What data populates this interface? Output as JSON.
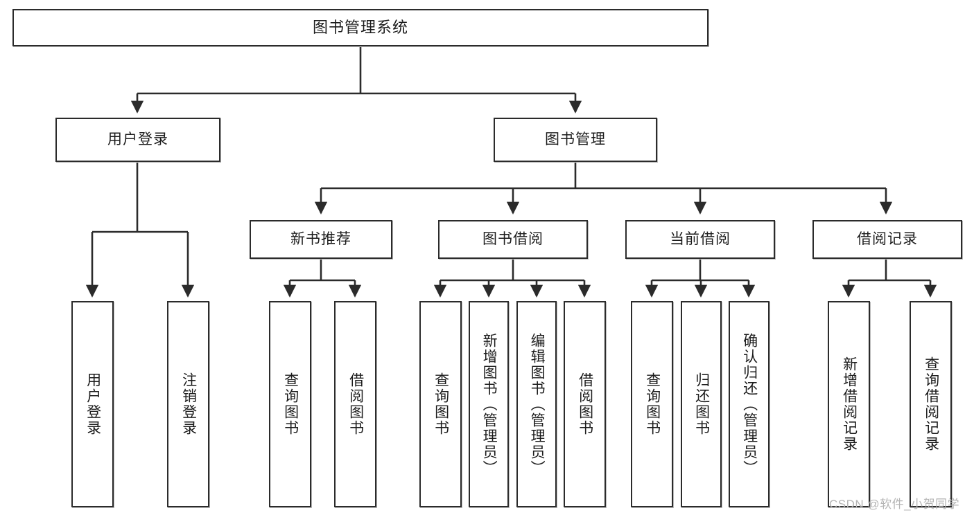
{
  "diagram": {
    "type": "tree-hierarchy",
    "title_node": "图书管理系统",
    "watermark": "CSDN @软件_小贺同学",
    "colors": {
      "stroke": "#2b2b2b",
      "fill": "#ffffff",
      "text": "#1c1c1c",
      "watermark": "#b5b5b5"
    },
    "nodes": {
      "root": {
        "label": "图书管理系统"
      },
      "level2": [
        {
          "id": "user-login",
          "label": "用户登录"
        },
        {
          "id": "book-manage",
          "label": "图书管理"
        }
      ],
      "level3": [
        {
          "id": "new-book-rec",
          "label": "新书推荐"
        },
        {
          "id": "book-borrow",
          "label": "图书借阅"
        },
        {
          "id": "current-borrow",
          "label": "当前借阅"
        },
        {
          "id": "borrow-record",
          "label": "借阅记录"
        }
      ],
      "leaves": [
        {
          "id": "leaf-user-login",
          "label": "用户登录",
          "parent": "user-login"
        },
        {
          "id": "leaf-user-logout",
          "label": "注销登录",
          "parent": "user-login"
        },
        {
          "id": "leaf-query-book-1",
          "label": "查询图书",
          "parent": "new-book-rec"
        },
        {
          "id": "leaf-borrow-book-1",
          "label": "借阅图书",
          "parent": "new-book-rec"
        },
        {
          "id": "leaf-query-book-2",
          "label": "查询图书",
          "parent": "book-borrow"
        },
        {
          "id": "leaf-add-book",
          "label": "新增图书（管理员）",
          "parent": "book-borrow"
        },
        {
          "id": "leaf-edit-book",
          "label": "编辑图书（管理员）",
          "parent": "book-borrow"
        },
        {
          "id": "leaf-borrow-book-2",
          "label": "借阅图书",
          "parent": "book-borrow"
        },
        {
          "id": "leaf-query-book-3",
          "label": "查询图书",
          "parent": "current-borrow"
        },
        {
          "id": "leaf-return-book",
          "label": "归还图书",
          "parent": "current-borrow"
        },
        {
          "id": "leaf-confirm-return",
          "label": "确认归还（管理员）",
          "parent": "current-borrow"
        },
        {
          "id": "leaf-add-record",
          "label": "新增借阅记录",
          "parent": "borrow-record"
        },
        {
          "id": "leaf-query-record",
          "label": "查询借阅记录",
          "parent": "borrow-record"
        }
      ]
    }
  }
}
